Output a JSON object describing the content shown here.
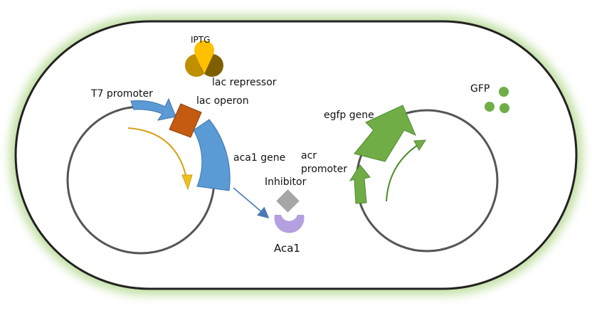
{
  "labels": {
    "iptg": "IPTG",
    "lac_repressor": "lac repressor",
    "t7_promoter": "T7 promoter",
    "lac_operon": "lac operon",
    "aca1_gene": "aca1 gene",
    "inhibitor": "Inhibitor",
    "aca1": "Aca1",
    "egfp_gene": "egfp gene",
    "acr": "acr",
    "promoter": "promoter",
    "gfp": "GFP"
  },
  "colors": {
    "cell_glow": "#b9dc98",
    "cell_border": "#222222",
    "plasmid_ring": "#555555",
    "t7_promoter": "#5b9bd5",
    "lac_operon": "#c55a11",
    "aca1_gene": "#5b9bd5",
    "inner_arrow_left": "#d4a017",
    "iptg": "#ffc000",
    "lac_repressor": "#bf8f00",
    "inhibitor": "#a6a6a6",
    "aca1_protein": "#b4a0e0",
    "egfp_gene": "#70ad47",
    "acr_promoter": "#70ad47",
    "inner_arrow_right": "#4e8a2e",
    "gfp": "#70ad47",
    "expression_arrow": "#4a7ab5"
  }
}
